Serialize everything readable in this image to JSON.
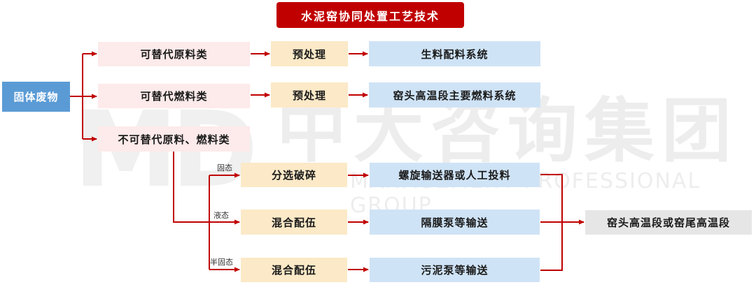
{
  "title": "水泥窑协同处置工艺技术",
  "source": "固体废物",
  "categories": [
    {
      "label": "可替代原料类"
    },
    {
      "label": "可替代燃料类"
    },
    {
      "label": "不可替代原料、燃料类"
    }
  ],
  "upper_rows": [
    {
      "pretreatment": "预处理",
      "destination": "生料配料系统"
    },
    {
      "pretreatment": "预处理",
      "destination": "窑头高温段主要燃料系统"
    }
  ],
  "lower_rows": [
    {
      "state": "固态",
      "process": "分选破碎",
      "transport": "螺旋输送器或人工投料"
    },
    {
      "state": "液态",
      "process": "混合配伍",
      "transport": "隔膜泵等输送"
    },
    {
      "state": "半固态",
      "process": "混合配伍",
      "transport": "污泥泵等输送"
    }
  ],
  "final_destination": "窑头高温段或窑尾高温段",
  "watermark": {
    "logo": "MD",
    "name": "中大咨询集团",
    "tagline": "MANAGEMENT PROFESSIONAL GROUP"
  },
  "colors": {
    "title_bg": "#c00000",
    "source_bg": "#5b9bd5",
    "arrow": "#c00000",
    "category_bg": "#fdeaea",
    "process_bg": "#fbe9c7",
    "destination_bg": "#cfe3f6",
    "final_bg": "#e6e6e6"
  }
}
